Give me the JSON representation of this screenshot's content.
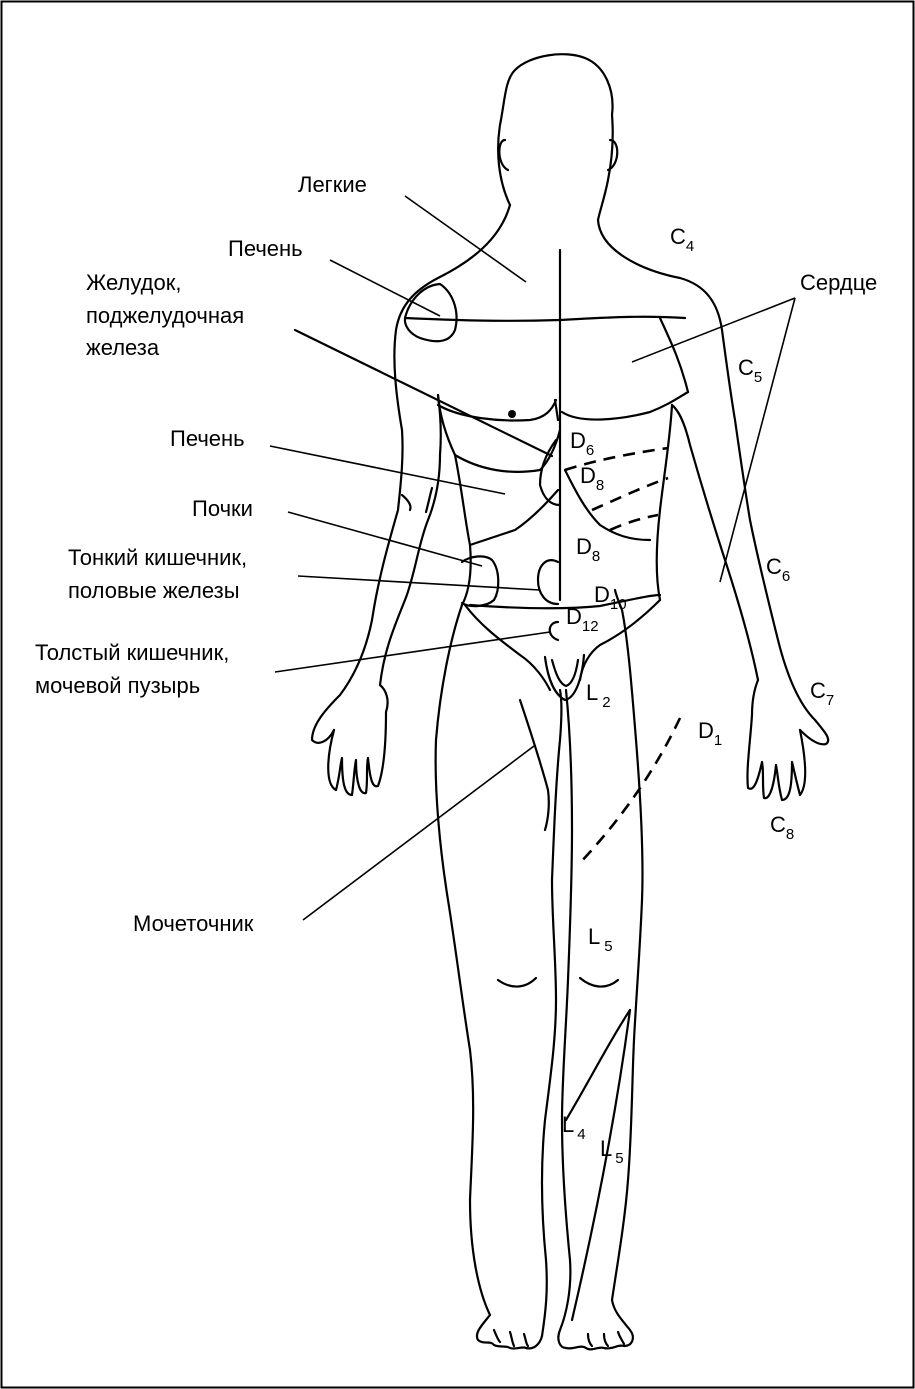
{
  "organ_labels": {
    "lungs": "Легкие",
    "liver_upper": "Печень",
    "stomach_line1": "Желудок,",
    "stomach_line2": "поджелудочная",
    "stomach_line3": "железа",
    "liver_lower": "Печень",
    "kidneys": "Почки",
    "small_intestine_line1": "Тонкий кишечник,",
    "small_intestine_line2": "половые железы",
    "large_intestine_line1": "Толстый кишечник,",
    "large_intestine_line2": "мочевой пузырь",
    "ureter": "Мочеточник",
    "heart": "Сердце"
  },
  "segment_labels": {
    "c4": {
      "main": "C",
      "sub": "4"
    },
    "c5": {
      "main": "C",
      "sub": "5"
    },
    "c6": {
      "main": "C",
      "sub": "6"
    },
    "c7": {
      "main": "C",
      "sub": "7"
    },
    "c8": {
      "main": "C",
      "sub": "8"
    },
    "d1": {
      "main": "D",
      "sub": "1"
    },
    "d6": {
      "main": "D",
      "sub": "6"
    },
    "d8_upper": {
      "main": "D",
      "sub": "8"
    },
    "d8_lower": {
      "main": "D",
      "sub": "8"
    },
    "d10": {
      "main": "D",
      "sub": "10"
    },
    "d12": {
      "main": "D",
      "sub": "12"
    },
    "l2": {
      "main": "L",
      "sub": "2"
    },
    "l5_thigh": {
      "main": "L",
      "sub": "5"
    },
    "l4_shin": {
      "main": "L",
      "sub": "4"
    },
    "l5_shin": {
      "main": "L",
      "sub": "5"
    }
  },
  "colors": {
    "ink": "#000000",
    "background": "#ffffff"
  }
}
